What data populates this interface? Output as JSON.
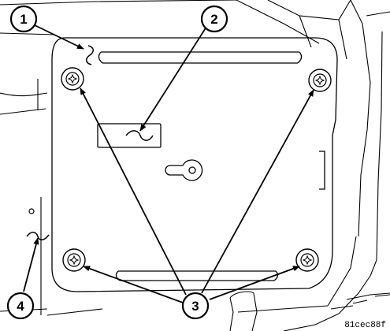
{
  "callouts": {
    "c1": "1",
    "c2": "2",
    "c3": "3",
    "c4": "4"
  },
  "reference_code": "81cec88f",
  "colors": {
    "line": "#000000",
    "background": "#ffffff"
  },
  "icons": [
    "torx-screw-icon",
    "callout-circle-icon",
    "break-symbol-icon"
  ]
}
